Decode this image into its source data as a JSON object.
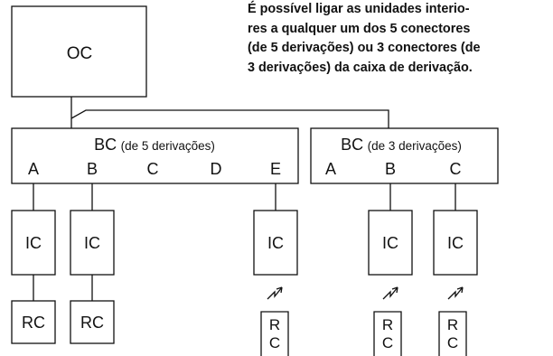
{
  "note": {
    "lines": [
      "É possível ligar as unidades interio-",
      "res a qualquer um dos 5 conectores",
      "(de 5 derivações) ou 3 conectores (de",
      "3 derivações) da caixa de derivação."
    ]
  },
  "outdoor_unit": {
    "label": "OC"
  },
  "branch_boxes": [
    {
      "code": "BC",
      "qualifier": "(de 5 derivações)",
      "ports": [
        "A",
        "B",
        "C",
        "D",
        "E"
      ]
    },
    {
      "code": "BC",
      "qualifier": "(de 3 derivações)",
      "ports": [
        "A",
        "B",
        "C"
      ]
    }
  ],
  "indoor_units": [
    {
      "label": "IC",
      "box": 0,
      "port": "A",
      "remote": "RC",
      "remote_type": "wired"
    },
    {
      "label": "IC",
      "box": 0,
      "port": "B",
      "remote": "RC",
      "remote_type": "wired"
    },
    {
      "label": "IC",
      "box": 0,
      "port": "E",
      "remote": "RC",
      "remote_type": "wireless"
    },
    {
      "label": "IC",
      "box": 1,
      "port": "B",
      "remote": "RC",
      "remote_type": "wireless"
    },
    {
      "label": "IC",
      "box": 1,
      "port": "C",
      "remote": "RC",
      "remote_type": "wireless"
    }
  ],
  "wireless_remote_letters": [
    "R",
    "C"
  ],
  "colors": {
    "line": "#111111",
    "background": "#ffffff"
  },
  "icons": {
    "wireless": "wireless-signal-icon"
  }
}
